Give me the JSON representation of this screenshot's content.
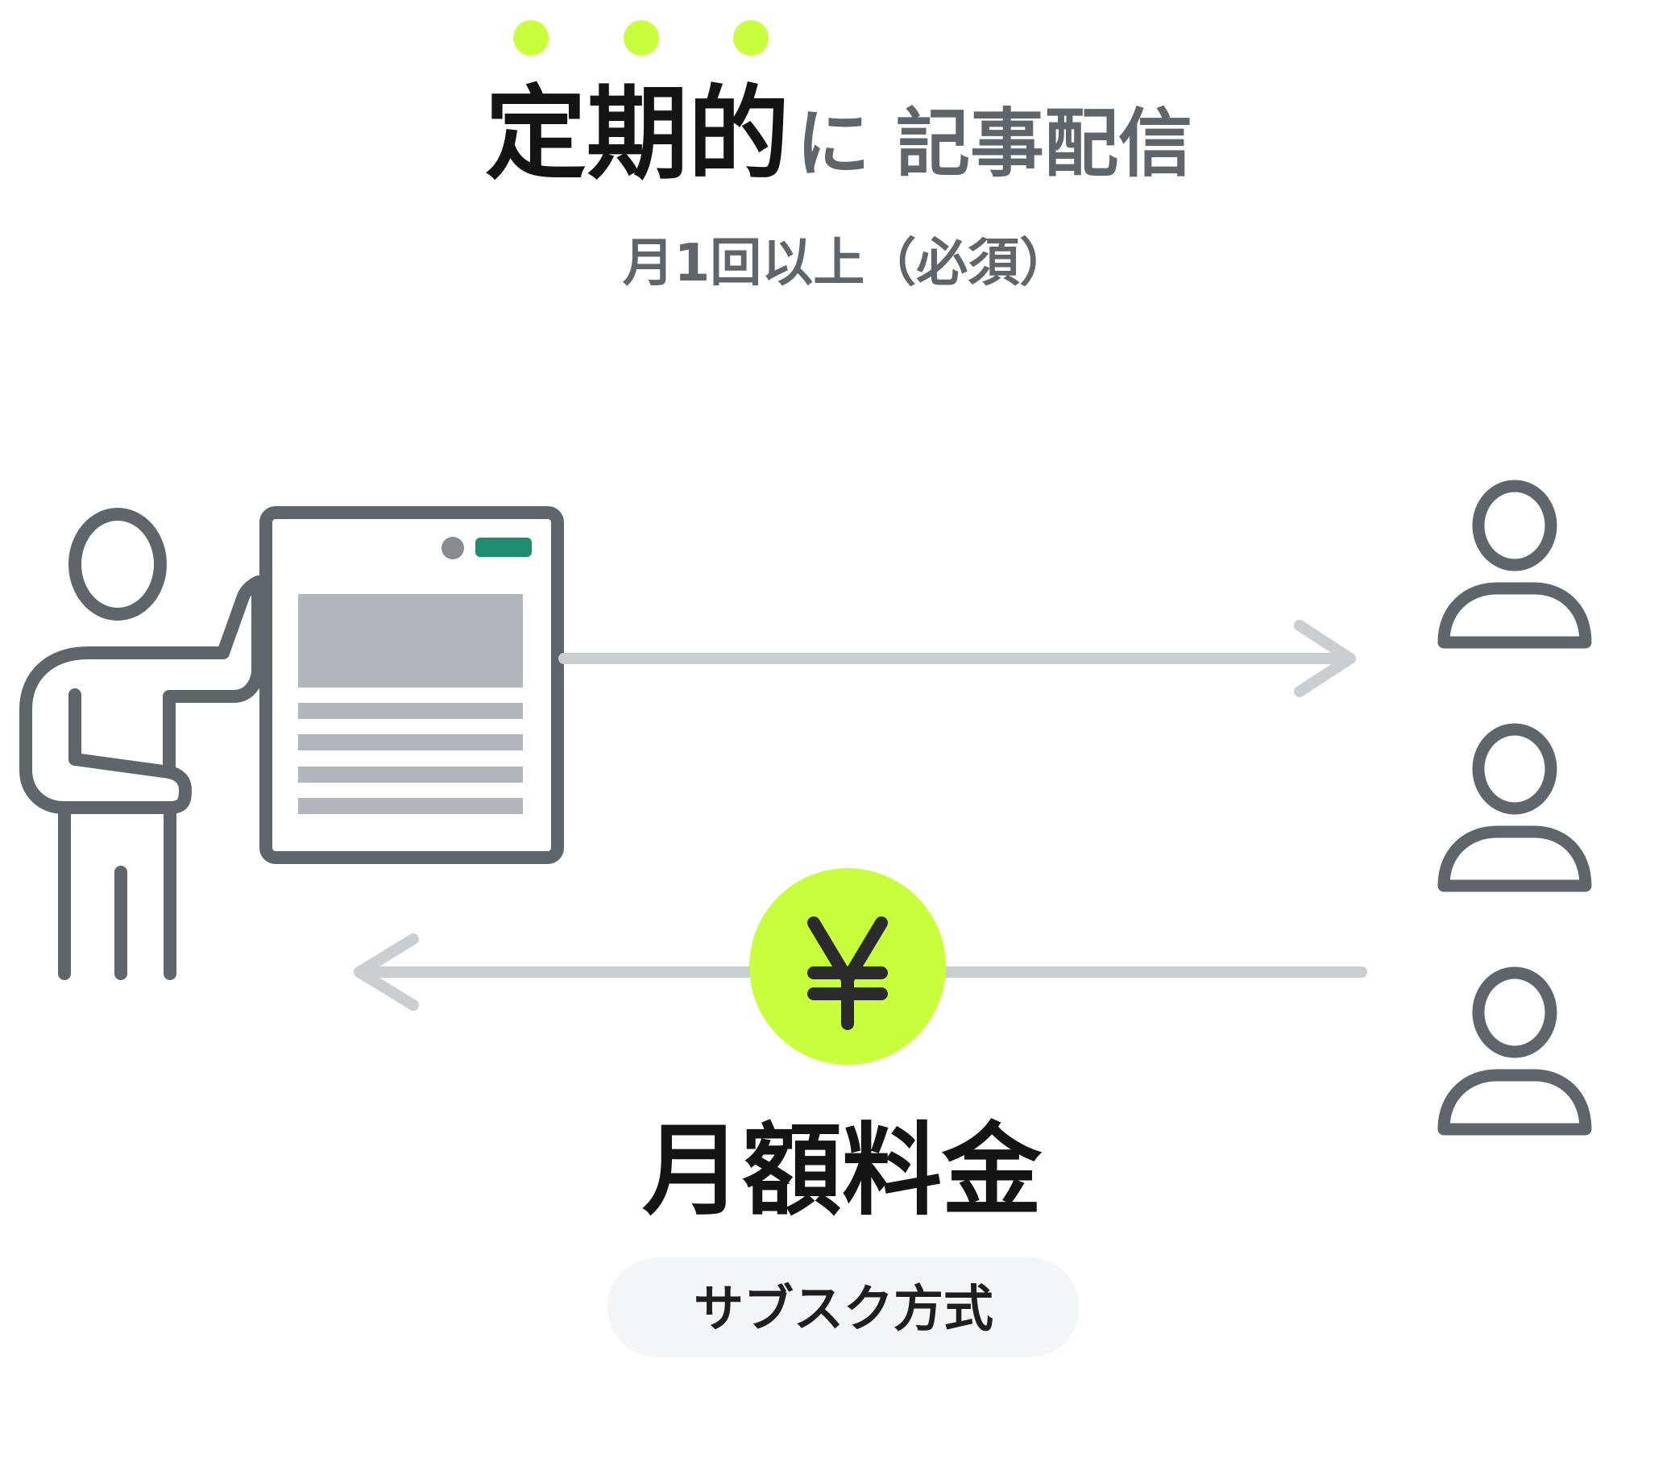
{
  "heading": {
    "emphasis": "定期的",
    "rest": "に 記事配信",
    "note": "月1回以上（必須）"
  },
  "fee": {
    "label": "月額料金",
    "symbol": "¥",
    "method": "サブスク方式"
  },
  "colors": {
    "accent": "#c8fe3d",
    "stroke": "#5f666b",
    "arrow": "#c8ced2",
    "document_bar": "#b0b6bb",
    "document_badge": "#1f8c6f",
    "pill_background": "#f3f6f9"
  },
  "icons": {
    "author": "person-presenting-icon",
    "document": "article-document-icon",
    "readers": "person-icon",
    "currency": "yen-coin-icon"
  }
}
